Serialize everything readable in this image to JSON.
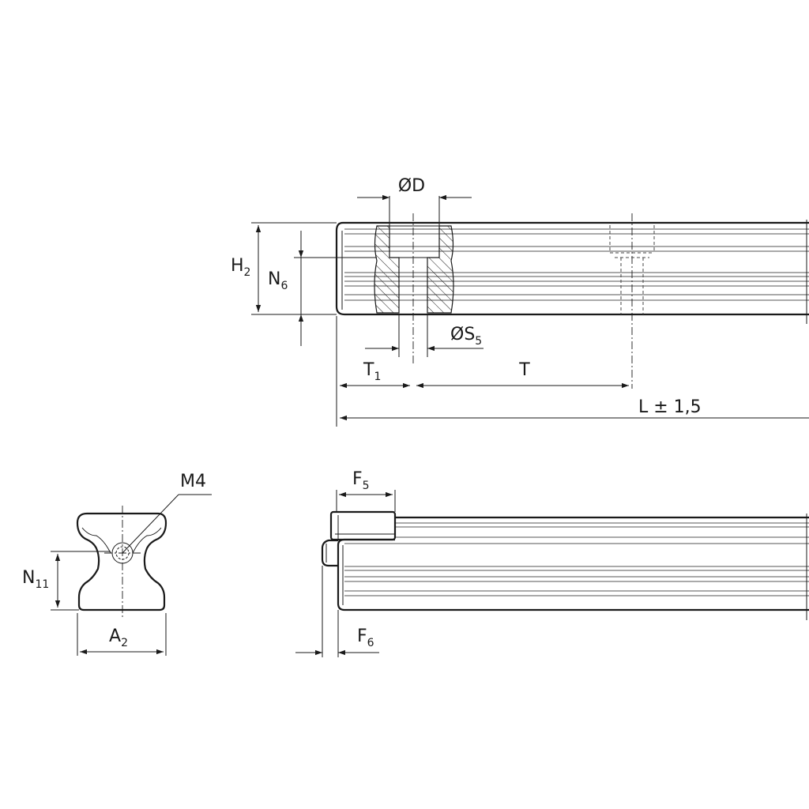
{
  "labels": {
    "bore_diameter": "ØD",
    "rail_height": "H",
    "rail_height_sub": "2",
    "thread_depth": "N",
    "thread_depth_sub": "6",
    "screw_diameter": "ØS",
    "screw_diameter_sub": "5",
    "end_spacing": "T",
    "end_spacing_sub": "1",
    "hole_spacing": "T",
    "rail_length": "L ± 1,5",
    "thread": "M4",
    "profile_height": "N",
    "profile_height_sub": "11",
    "profile_width": "A",
    "profile_width_sub": "2",
    "cap_length": "F",
    "cap_length_sub": "5",
    "cap_offset": "F",
    "cap_offset_sub": "6"
  }
}
